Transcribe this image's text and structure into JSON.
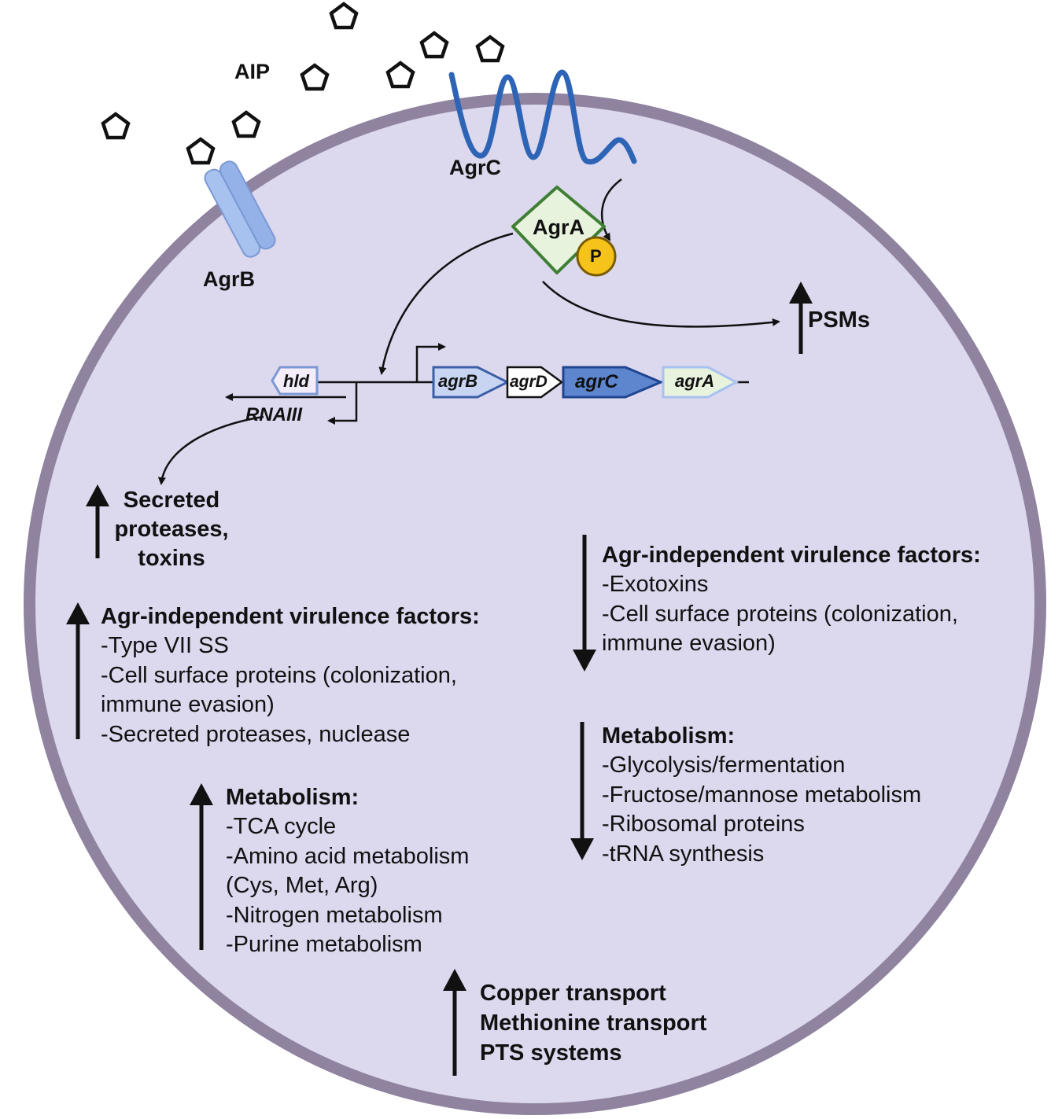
{
  "colors": {
    "cell_fill": "#dcd8ee",
    "cell_wall": "#8f839f",
    "agrc_blue": "#2d64b6",
    "agrb_blue": "#a7c2ef",
    "agra_green": "#3f7f34",
    "agra_fill": "#e8f3dd",
    "phospho_yellow": "#f6c31b"
  },
  "signals": {
    "aip": "AIP"
  },
  "proteins": {
    "agrb": "AgrB",
    "agrc": "AgrC",
    "agra": "AgrA",
    "phospho": "P"
  },
  "outputs": {
    "psms": "PSMs",
    "secreted": [
      "Secreted",
      "proteases,",
      "toxins"
    ]
  },
  "operon": {
    "hld": "hld",
    "rnaiii": "RNAIII",
    "genes": [
      "agrB",
      "agrD",
      "agrC",
      "agrA"
    ]
  },
  "up_virulence": {
    "heading": "Agr-independent virulence factors:",
    "items": [
      "-Type VII SS",
      "-Cell surface proteins (colonization,",
      "immune evasion)",
      "-Secreted proteases, nuclease"
    ]
  },
  "down_virulence": {
    "heading": "Agr-independent virulence factors:",
    "items": [
      "-Exotoxins",
      "-Cell surface proteins (colonization,",
      "immune evasion)"
    ]
  },
  "up_metabolism": {
    "heading": "Metabolism:",
    "items": [
      "-TCA cycle",
      "-Amino acid metabolism",
      "(Cys, Met, Arg)",
      "-Nitrogen metabolism",
      "-Purine metabolism"
    ]
  },
  "down_metabolism": {
    "heading": "Metabolism:",
    "items": [
      "-Glycolysis/fermentation",
      "-Fructose/mannose metabolism",
      "-Ribosomal proteins",
      "-tRNA synthesis"
    ]
  },
  "transport": [
    "Copper transport",
    "Methionine transport",
    "PTS systems"
  ]
}
